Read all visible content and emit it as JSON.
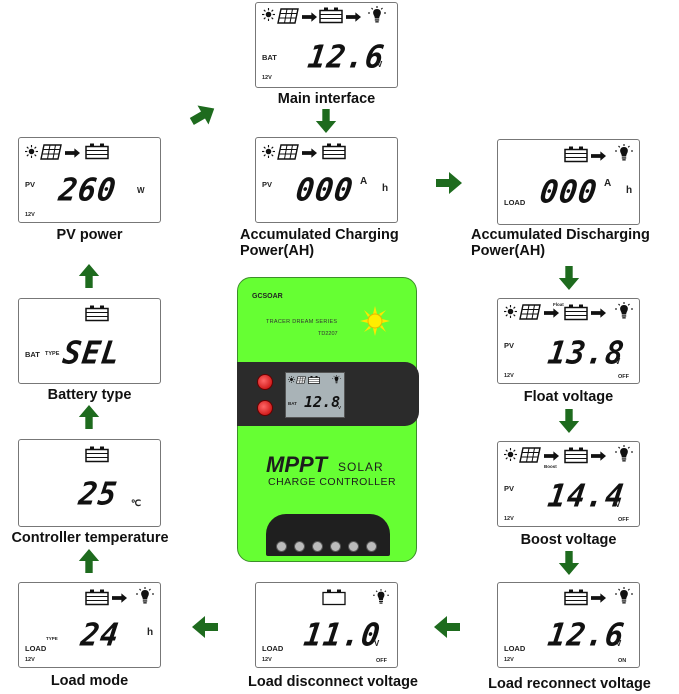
{
  "panels": {
    "main": {
      "label": "BAT",
      "value": "12.6",
      "unit": "V",
      "sys_voltage": "12V",
      "caption": "Main interface"
    },
    "pv_power": {
      "label": "PV",
      "value": "260",
      "unit": "W",
      "sys_voltage": "12V",
      "caption": "PV power"
    },
    "acc_charge": {
      "label": "PV",
      "value": "000",
      "unit_a": "A",
      "unit_h": "h",
      "caption_line1": "Accumulated Charging",
      "caption_line2": "Power(AH)"
    },
    "acc_discharge": {
      "label": "LOAD",
      "value": "000",
      "unit_a": "A",
      "unit_h": "h",
      "caption_line1": "Accumulated Discharging",
      "caption_line2": "Power(AH)"
    },
    "battery_type": {
      "label": "BAT",
      "sublabel": "TYPE",
      "value": "SEL",
      "caption": "Battery type"
    },
    "float_voltage": {
      "label": "PV",
      "tag": "Float",
      "value": "13.8",
      "unit": "V",
      "sys_voltage": "12V",
      "state": "OFF",
      "caption": "Float voltage"
    },
    "controller_temp": {
      "value": "25",
      "unit": "℃",
      "caption": "Controller  temperature"
    },
    "boost_voltage": {
      "label": "PV",
      "tag": "Boost",
      "value": "14.4",
      "unit": "V",
      "sys_voltage": "12V",
      "state": "OFF",
      "caption": "Boost voltage"
    },
    "load_mode": {
      "label": "LOAD",
      "sublabel": "TYPE",
      "value": "24",
      "unit": "h",
      "sys_voltage": "12V",
      "caption": "Load mode"
    },
    "load_disconnect": {
      "label": "LOAD",
      "value": "11.0",
      "unit": "V",
      "sys_voltage": "12V",
      "state": "OFF",
      "caption": "Load disconnect voltage"
    },
    "load_reconnect": {
      "label": "LOAD",
      "value": "12.6",
      "unit": "V",
      "sys_voltage": "12V",
      "state": "ON",
      "caption": "Load reconnect voltage"
    }
  },
  "device": {
    "brand": "GCSOAR",
    "series": "TRACER DREAM SERIES",
    "model": "TD2207",
    "lcd_label": "BAT",
    "lcd_value": "12.8",
    "lcd_unit": "V",
    "mppt": "MPPT",
    "solar": "SOLAR",
    "charge_controller": "CHARGE CONTROLLER"
  },
  "colors": {
    "arrow": "#1e6b1e",
    "device_green": "#66ff33",
    "button_red": "#e00000",
    "sun_yellow": "#ffee00"
  },
  "icons": [
    "sun-icon",
    "solar-panel-icon",
    "battery-icon",
    "bulb-icon",
    "right-arrow-icon",
    "down-arrow-icon",
    "up-arrow-icon",
    "left-arrow-icon",
    "diagonal-arrow-icon"
  ]
}
